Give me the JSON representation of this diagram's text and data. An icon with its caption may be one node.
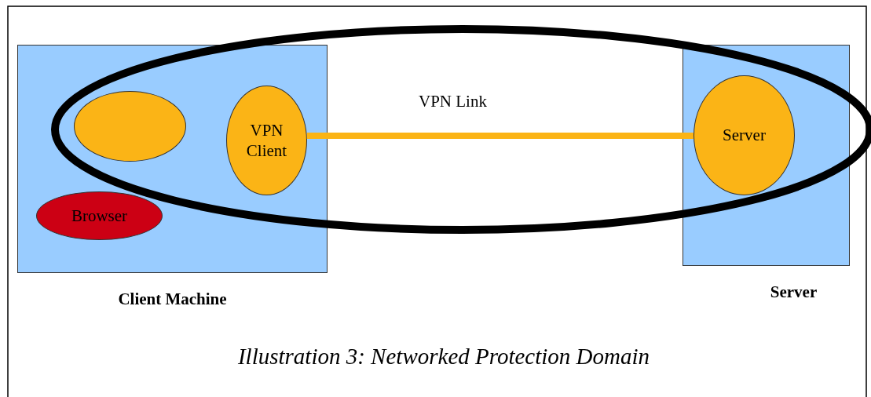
{
  "diagram": {
    "caption": "Illustration 3: Networked Protection Domain",
    "nodes": [
      {
        "text": [
          "Client Machine"
        ]
      },
      {
        "text": [],
        "shape": "circle",
        "in": 0
      },
      {
        "text": [
          "VPN Client"
        ],
        "in": 0
      },
      {
        "text": [
          "Browser"
        ],
        "in": 0
      },
      {
        "text": [
          "Server"
        ]
      },
      {
        "text": [
          "Server"
        ],
        "in": 4
      }
    ],
    "edges": [
      {
        "from": 2,
        "to": 5,
        "arrow": "none",
        "label": "VPN Link"
      }
    ]
  }
}
